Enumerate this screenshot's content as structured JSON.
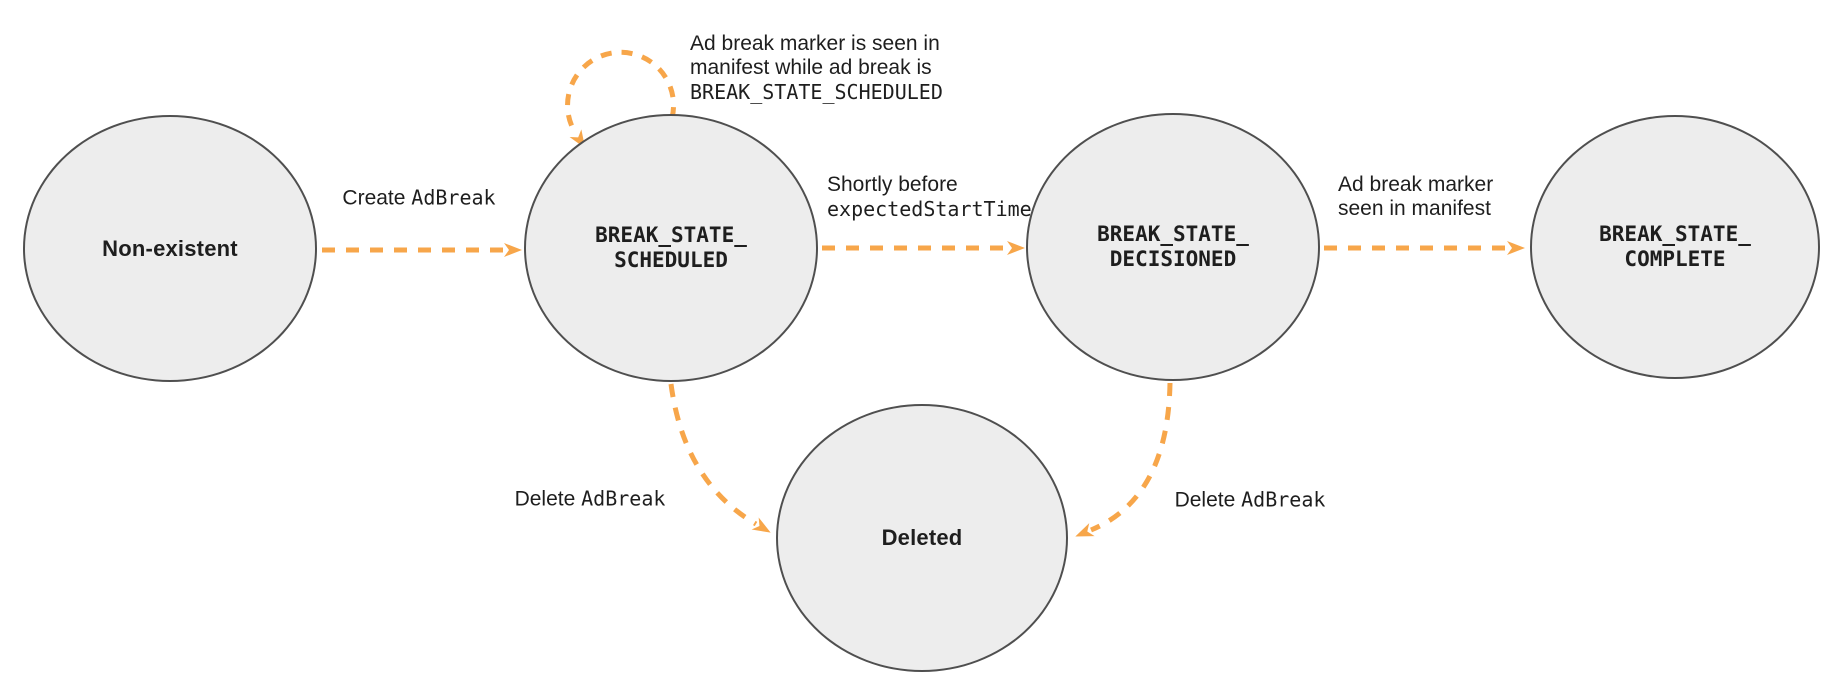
{
  "diagram": {
    "description": "Ad break state transition diagram",
    "colors": {
      "edge_accent": "#f7a64a",
      "node_fill": "#ededed",
      "node_border": "#4f4f4f",
      "text": "#1e1e1e",
      "background": "#ffffff"
    },
    "nodes": [
      {
        "id": "non-existent",
        "label": "Non-existent"
      },
      {
        "id": "break-state-scheduled",
        "label_line1": "BREAK_STATE_",
        "label_line2": "SCHEDULED"
      },
      {
        "id": "break-state-decisioned",
        "label_line1": "BREAK_STATE_",
        "label_line2": "DECISIONED"
      },
      {
        "id": "break-state-complete",
        "label_line1": "BREAK_STATE_",
        "label_line2": "COMPLETE"
      },
      {
        "id": "deleted",
        "label": "Deleted"
      }
    ],
    "edges": [
      {
        "from": "non-existent",
        "to": "break-state-scheduled",
        "label_text": "Create ",
        "label_code": "AdBreak"
      },
      {
        "from": "break-state-scheduled",
        "to": "break-state-scheduled",
        "label_line1": "Ad break marker is seen in",
        "label_line2": "manifest while ad break is",
        "label_code": "BREAK_STATE_SCHEDULED"
      },
      {
        "from": "break-state-scheduled",
        "to": "break-state-decisioned",
        "label_line1": "Shortly before",
        "label_code": "expectedStartTime"
      },
      {
        "from": "break-state-decisioned",
        "to": "break-state-complete",
        "label_line1": "Ad break marker",
        "label_line2": "seen in manifest"
      },
      {
        "from": "break-state-scheduled",
        "to": "deleted",
        "label_text": "Delete ",
        "label_code": "AdBreak"
      },
      {
        "from": "break-state-decisioned",
        "to": "deleted",
        "label_text": "Delete ",
        "label_code": "AdBreak"
      }
    ]
  }
}
